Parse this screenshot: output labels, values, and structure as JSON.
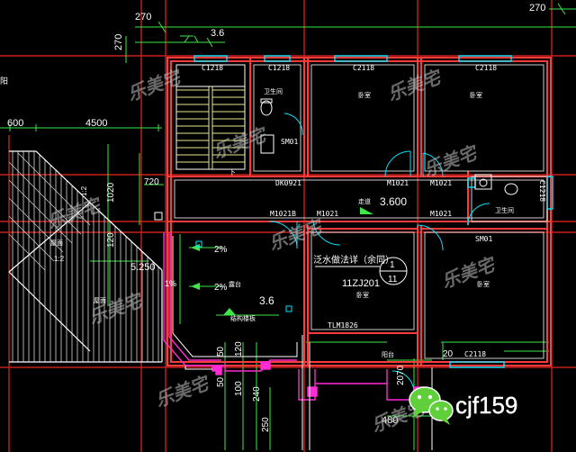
{
  "dimensions": {
    "top_left_270": "270",
    "top_right_270": "270",
    "left_270": "270",
    "dim_3_6_top": "3.6",
    "dim_600": "600",
    "dim_4500": "4500",
    "dim_720": "720",
    "dim_1020": "1020",
    "dim_120_a": "120",
    "dim_1_2": "1:2",
    "dim_50_a": "50",
    "dim_50_b": "50",
    "dim_120_b": "120",
    "dim_100": "100",
    "dim_240": "240",
    "dim_250": "250",
    "dim_20": "20",
    "dim_2070": "2070",
    "dim_480": "480",
    "dim_1_1_slope": "1:2"
  },
  "windows": {
    "c1218_left": "C1218",
    "c1218_right": "C1218",
    "c2118_top_mid": "C2118",
    "c2118_top_right": "C2118",
    "c2118_bottom": "C2118",
    "c1218_side": "C1218"
  },
  "doors": {
    "sm01_top": "SM01",
    "sm01_right": "SM01",
    "dk0921": "DK0921",
    "m1021_a": "M1021",
    "m1021_b": "M1021",
    "m1021b": "M1021B",
    "m1021_c": "M1021",
    "m1021_d": "M1021",
    "tlm1826": "TLM1826"
  },
  "labels": {
    "elevation": "3.600",
    "elevation_2": "5.250",
    "pct_2_a": "2%",
    "pct_2_b": "2%",
    "pct_1": "1%",
    "dim_3_6_mid": "3.6",
    "detail_note": "泛水做法详（余同）",
    "detail_ref": "11ZJ201",
    "circle_top": "1",
    "circle_bottom": "11",
    "down_mark": "下",
    "room_bath_1": "卫生间",
    "room_bed_1": "卧室",
    "room_bed_2": "卧室",
    "room_corridor": "走道",
    "room_bath_2": "卫生间",
    "room_terrace": "露台",
    "room_bed_3": "卧室",
    "room_bed_4": "卧室",
    "room_balcony": "阳台",
    "room_roof": "屋面",
    "room_roof_2": "屋面",
    "room_structure": "结构楼板",
    "left_edge": "阳"
  },
  "watermarks": {
    "mark_1": "乐美宅",
    "mark_2": "乐美宅",
    "mark_3": "乐美宅",
    "mark_4": "乐美宅",
    "mark_5": "乐美宅",
    "mark_6": "乐美宅",
    "mark_7": "乐美宅",
    "mark_8": "乐美宅",
    "mark_9": "乐美宅",
    "mark_10": "乐美宅"
  },
  "badge": {
    "handle": "cjf159"
  },
  "colors": {
    "background": "#000000",
    "wall": "#ff3a3a",
    "axis": "#c8201c",
    "dimension": "#3ee64a",
    "text": "#ffffff",
    "stairs": "#e3e88a",
    "window": "#00e5ff",
    "opening": "#ff2bd6",
    "hatch": "#d8d8d8",
    "watermark": "#bfbfbf",
    "wechat": "#5fcf3a"
  }
}
